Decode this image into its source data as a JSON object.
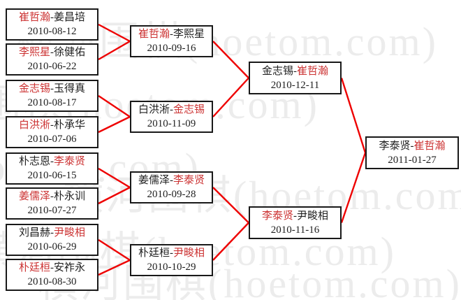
{
  "watermark": {
    "text": "横河围棋(hoetom.com)",
    "color": "#ececec"
  },
  "colors": {
    "connector": "#ee0000",
    "winner_text": "#cc3333",
    "player_text": "#1f1f1f",
    "date_text": "#1f1f1f",
    "box_border": "#191919",
    "box_background": "#ffffff"
  },
  "separator": "-",
  "bracket": {
    "rounds": [
      {
        "matches": [
          {
            "player1": "崔哲瀚",
            "player2": "姜昌培",
            "winner": "player1",
            "date": "2010-08-12"
          },
          {
            "player1": "李熙星",
            "player2": "徐健佑",
            "winner": "player1",
            "date": "2010-06-22"
          },
          {
            "player1": "金志锡",
            "player2": "玉得真",
            "winner": "player1",
            "date": "2010-08-17"
          },
          {
            "player1": "白洪淅",
            "player2": "朴承华",
            "winner": "player1",
            "date": "2010-07-06"
          },
          {
            "player1": "朴志恩",
            "player2": "李泰贤",
            "winner": "player2",
            "date": "2010-06-15"
          },
          {
            "player1": "姜儒泽",
            "player2": "朴永训",
            "winner": "player1",
            "date": "2010-07-27"
          },
          {
            "player1": "刘昌赫",
            "player2": "尹畯相",
            "winner": "player2",
            "date": "2010-06-29"
          },
          {
            "player1": "朴廷桓",
            "player2": "安祚永",
            "winner": "player1",
            "date": "2010-08-30"
          }
        ]
      },
      {
        "matches": [
          {
            "player1": "崔哲瀚",
            "player2": "李熙星",
            "winner": "player1",
            "date": "2010-09-16"
          },
          {
            "player1": "白洪淅",
            "player2": "金志锡",
            "winner": "player2",
            "date": "2010-11-09"
          },
          {
            "player1": "姜儒泽",
            "player2": "李泰贤",
            "winner": "player2",
            "date": "2010-09-28"
          },
          {
            "player1": "朴廷桓",
            "player2": "尹畯相",
            "winner": "player2",
            "date": "2010-10-29"
          }
        ]
      },
      {
        "matches": [
          {
            "player1": "金志锡",
            "player2": "崔哲瀚",
            "winner": "player2",
            "date": "2010-12-11"
          },
          {
            "player1": "李泰贤",
            "player2": "尹畯相",
            "winner": "player1",
            "date": "2010-11-16"
          }
        ]
      },
      {
        "matches": [
          {
            "player1": "李泰贤",
            "player2": "崔哲瀚",
            "winner": "player2",
            "date": "2011-01-27"
          }
        ]
      }
    ]
  }
}
